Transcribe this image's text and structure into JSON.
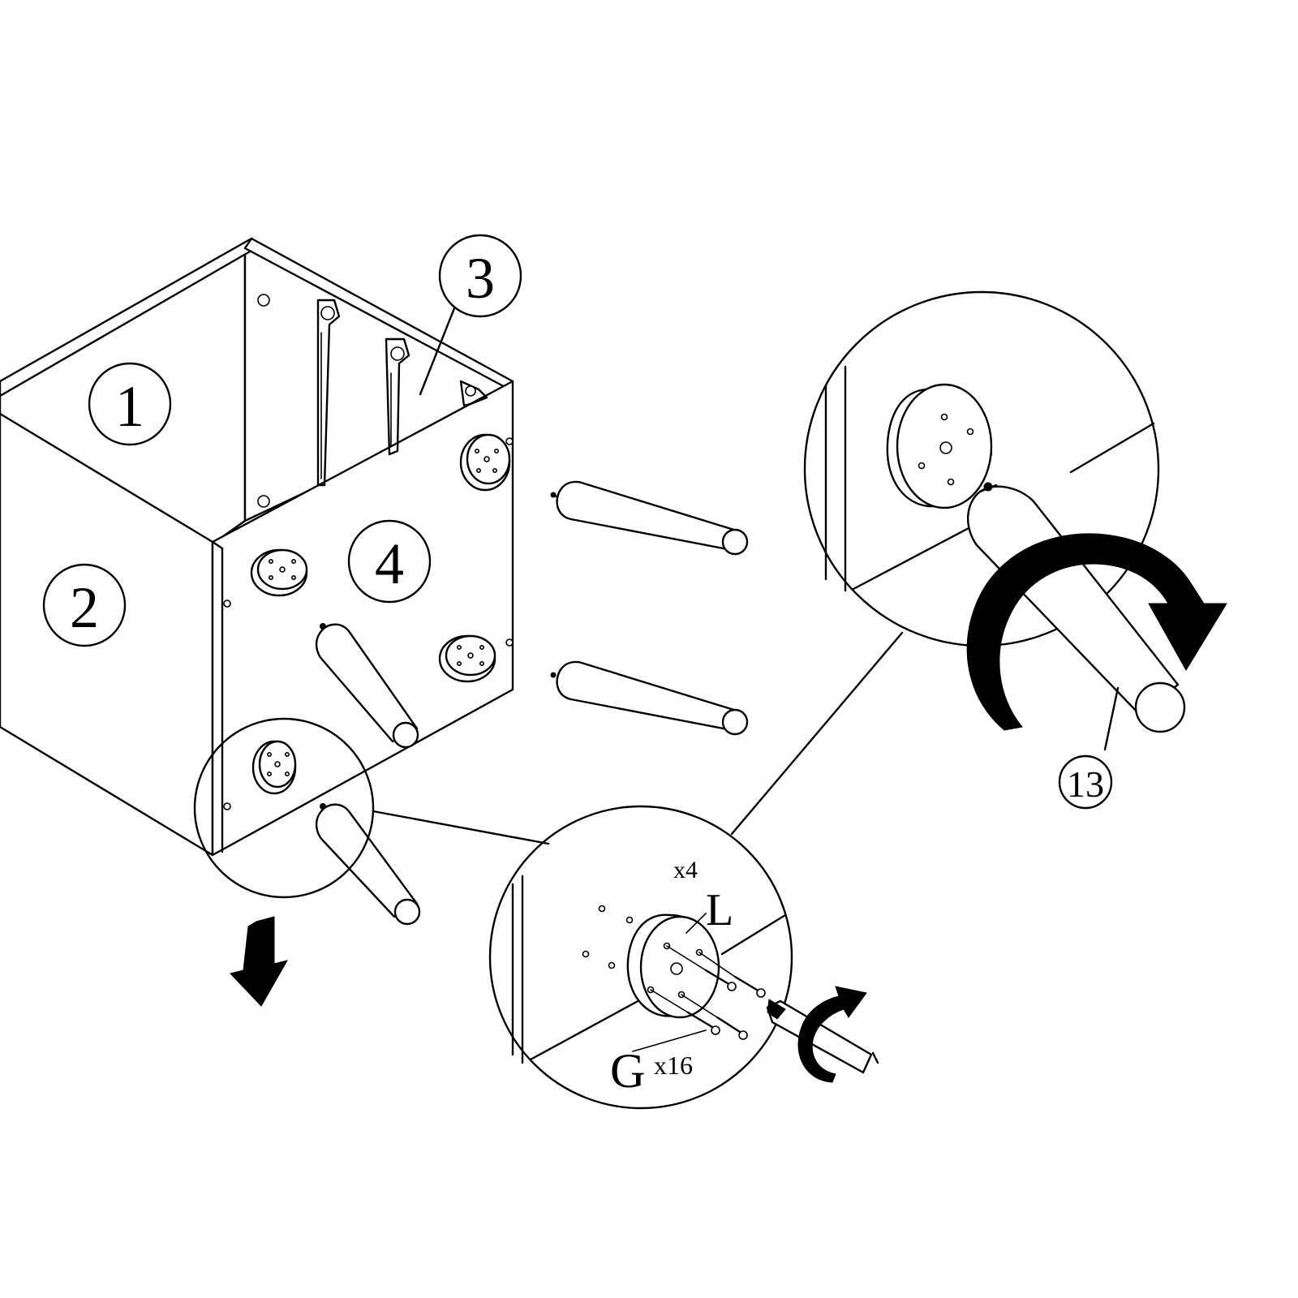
{
  "labels": {
    "part_1": "1",
    "part_2": "2",
    "part_3": "3",
    "part_4": "4",
    "part_13": "13",
    "hw_l": "L",
    "hw_l_qty": "x4",
    "hw_g": "G",
    "hw_g_qty": "x16"
  },
  "icons": [
    "down-arrow-icon",
    "rotate-arrow-icon",
    "screwdriver-icon"
  ]
}
